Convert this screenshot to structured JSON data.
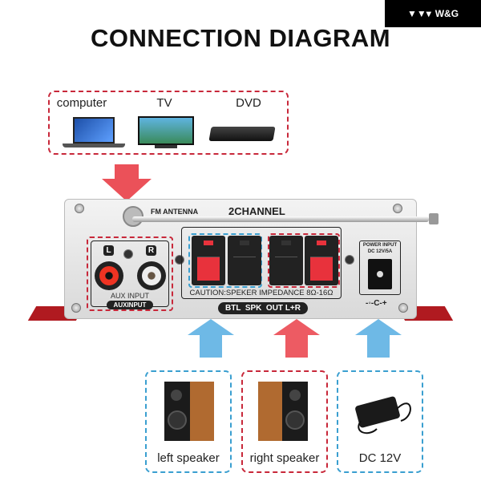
{
  "logo": {
    "text": "W&G"
  },
  "title": "CONNECTION DIAGRAM",
  "sources": [
    {
      "label": "computer"
    },
    {
      "label": "TV"
    },
    {
      "label": "DVD"
    }
  ],
  "amplifier": {
    "fm_antenna": "FM ANTENNA",
    "channel": "2CHANNEL",
    "left_channel": "L",
    "right_channel": "R",
    "aux_input": "AUX INPUT",
    "aux_badge": "AUXINPUT",
    "caution": "CAUTION:SPEKER IMPEDANCE 8Ω-16Ω",
    "speaker_out": "BTL  SPK  OUT L+R",
    "power_input": "POWER INPUT",
    "power_rating": "DC 12V/5A",
    "polarity": "-◦-C-+"
  },
  "outputs": [
    {
      "label": "left speaker"
    },
    {
      "label": "right speaker"
    },
    {
      "label": "DC 12V"
    }
  ],
  "colors": {
    "red": "#c8283a",
    "blue": "#3a9fd0",
    "arrow_red": "#e8323c",
    "arrow_blue": "#4aa8e0"
  }
}
